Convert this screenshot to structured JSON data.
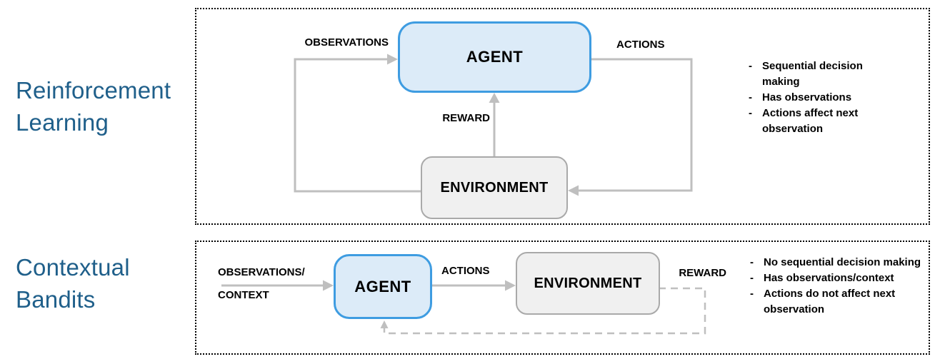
{
  "colors": {
    "agent_border": "#3E9CE1",
    "agent_fill": "#DCEBF8",
    "env_border": "#A9A9A9",
    "env_fill": "#F0F0F0",
    "arrow": "#BFBFBF",
    "title": "#1F5F8A",
    "text": "#000000",
    "frame": "#000000"
  },
  "sections": [
    {
      "title": "Reinforcement\nLearning",
      "agent_label": "AGENT",
      "environment_label": "ENVIRONMENT",
      "arrows": {
        "observations": "OBSERVATIONS",
        "actions": "ACTIONS",
        "reward": "REWARD"
      },
      "notes": [
        "Sequential decision making",
        "Has observations",
        "Actions affect next observation"
      ],
      "note_marker": "-"
    },
    {
      "title": "Contextual\nBandits",
      "agent_label": "AGENT",
      "environment_label": "ENVIRONMENT",
      "arrows": {
        "observations": "OBSERVATIONS/\nCONTEXT",
        "actions": "ACTIONS",
        "reward": "REWARD"
      },
      "notes": [
        "No sequential decision making",
        "Has observations/context",
        "Actions do not affect next observation"
      ],
      "note_marker": "-"
    }
  ]
}
